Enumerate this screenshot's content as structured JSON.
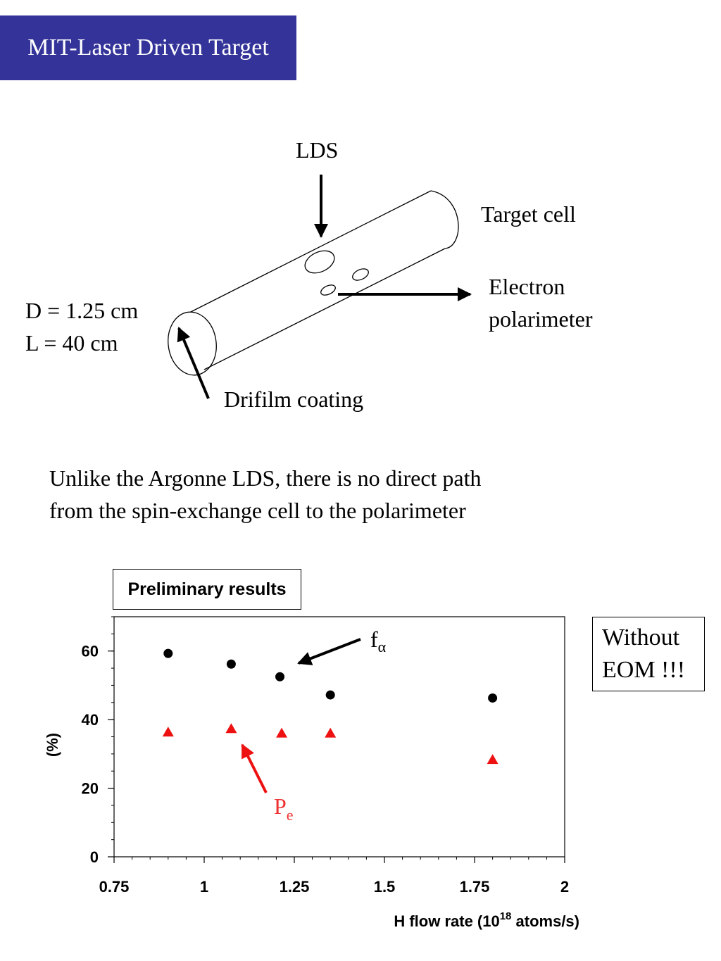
{
  "slide": {
    "title": "MIT-Laser Driven Target",
    "title_bg": "#333399",
    "note_line1": "Unlike the Argonne LDS, there is no direct path",
    "note_line2": "from the spin-exchange cell to the polarimeter"
  },
  "diagram": {
    "lds_label": "LDS",
    "target_cell_label": "Target cell",
    "electron_label_line1": "Electron",
    "electron_label_line2": "polarimeter",
    "dimension_d": "D = 1.25 cm",
    "dimension_l": "L = 40 cm",
    "coating_label": "Drifilm coating"
  },
  "legend_box": {
    "label": "Preliminary results"
  },
  "eom_note": {
    "line1": "Without",
    "line2": "EOM !!!"
  },
  "annotations": {
    "f_main": "f",
    "f_sub": "α",
    "p_main": "P",
    "p_sub": "e",
    "p_color": "#ee3333"
  },
  "chart_data": {
    "type": "scatter",
    "xlabel_main": "H flow rate (10",
    "xlabel_sup": "18",
    "xlabel_tail": " atoms/s)",
    "ylabel": "(%)",
    "xlim": [
      0.75,
      2.0
    ],
    "ylim": [
      0,
      70
    ],
    "x_ticks": [
      0.75,
      1,
      1.25,
      1.5,
      1.75,
      2
    ],
    "x_tick_labels": [
      "0.75",
      "1",
      "1.25",
      "1.5",
      "1.75",
      "2"
    ],
    "y_ticks": [
      0,
      20,
      40,
      60
    ],
    "y_tick_labels": [
      "0",
      "20",
      "40",
      "60"
    ],
    "grid": false,
    "series": [
      {
        "marker": "circle",
        "color": "#000000",
        "x": [
          0.9,
          1.075,
          1.21,
          1.35,
          1.8
        ],
        "y": [
          59.3,
          56.2,
          52.5,
          47.2,
          46.3
        ]
      },
      {
        "marker": "triangle",
        "color": "#ee1111",
        "x": [
          0.9,
          1.075,
          1.215,
          1.35,
          1.8
        ],
        "y": [
          36.3,
          37.3,
          36.0,
          36.0,
          28.3
        ]
      }
    ]
  }
}
